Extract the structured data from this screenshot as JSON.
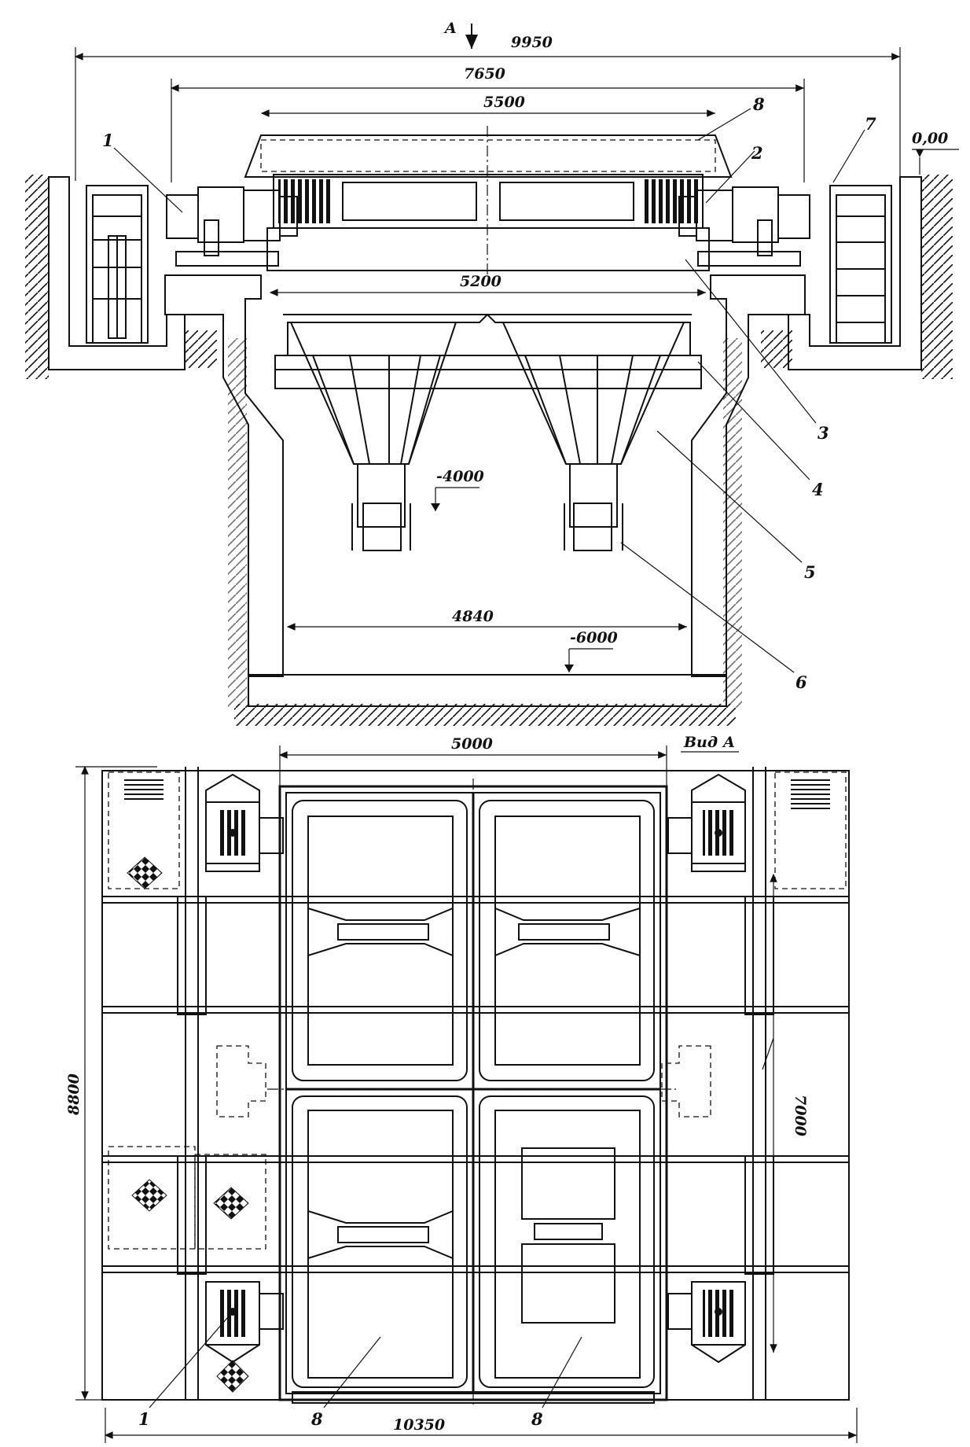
{
  "section_view": {
    "view_arrow_label": "A",
    "dimensions": [
      "9950",
      "7650",
      "5500",
      "5200",
      "4840"
    ],
    "elevations": [
      "0,00",
      "-4000",
      "-6000"
    ],
    "callouts": [
      "1",
      "2",
      "3",
      "4",
      "5",
      "6",
      "7",
      "8"
    ]
  },
  "plan_view": {
    "title": "Вид А",
    "dimensions": [
      "5000",
      "8800",
      "7000",
      "10350"
    ],
    "callouts": [
      "1",
      "8",
      "8"
    ]
  }
}
